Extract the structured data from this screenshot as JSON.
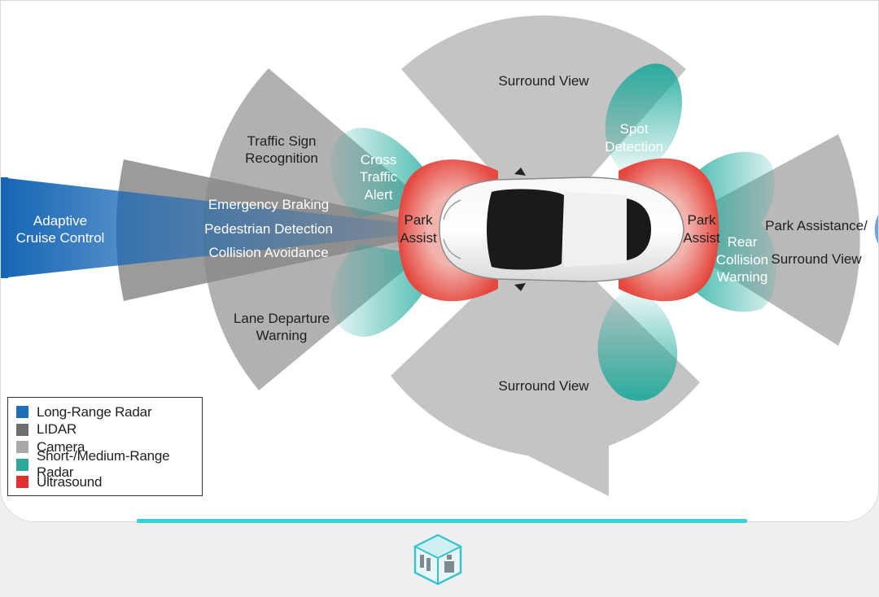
{
  "diagram": {
    "labels": {
      "adaptive_cruise_line1": "Adaptive",
      "adaptive_cruise_line2": "Cruise Control",
      "traffic_sign_line1": "Traffic Sign",
      "traffic_sign_line2": "Recognition",
      "emergency_braking": "Emergency Braking",
      "pedestrian_detection": "Pedestrian Detection",
      "collision_avoidance": "Collision Avoidance",
      "lane_departure_line1": "Lane Departure",
      "lane_departure_line2": "Warning",
      "cross_traffic_line1": "Cross",
      "cross_traffic_line2": "Traffic",
      "cross_traffic_line3": "Alert",
      "park_assist_front_line1": "Park",
      "park_assist_front_line2": "Assist",
      "park_assist_rear_line1": "Park",
      "park_assist_rear_line2": "Assist",
      "surround_view_top": "Surround View",
      "surround_view_bottom": "Surround View",
      "spot_detection_line1": "Spot",
      "spot_detection_line2": "Detection",
      "rear_collision_line1": "Rear",
      "rear_collision_line2": "Collision",
      "rear_collision_line3": "Warning",
      "park_assistance_line1": "Park Assistance/",
      "park_assistance_line2": "Surround View"
    }
  },
  "legend": {
    "items": [
      {
        "label": "Long-Range Radar",
        "color": "#1f6fb8"
      },
      {
        "label": "LIDAR",
        "color": "#6e6e6e"
      },
      {
        "label": "Camera",
        "color": "#a9a9a9"
      },
      {
        "label": "Short-/Medium-Range Radar",
        "color": "#2fa89c"
      },
      {
        "label": "Ultrasound",
        "color": "#e0302f"
      }
    ]
  },
  "colors": {
    "long_range_radar": "#1f6fb8",
    "lidar": "#6e6e6e",
    "camera": "#a9a9a9",
    "short_medium_radar": "#2fa89c",
    "ultrasound": "#e0302f",
    "accent_bar": "#33d3dc"
  },
  "logo": {
    "icon": "cube-logo-icon"
  }
}
